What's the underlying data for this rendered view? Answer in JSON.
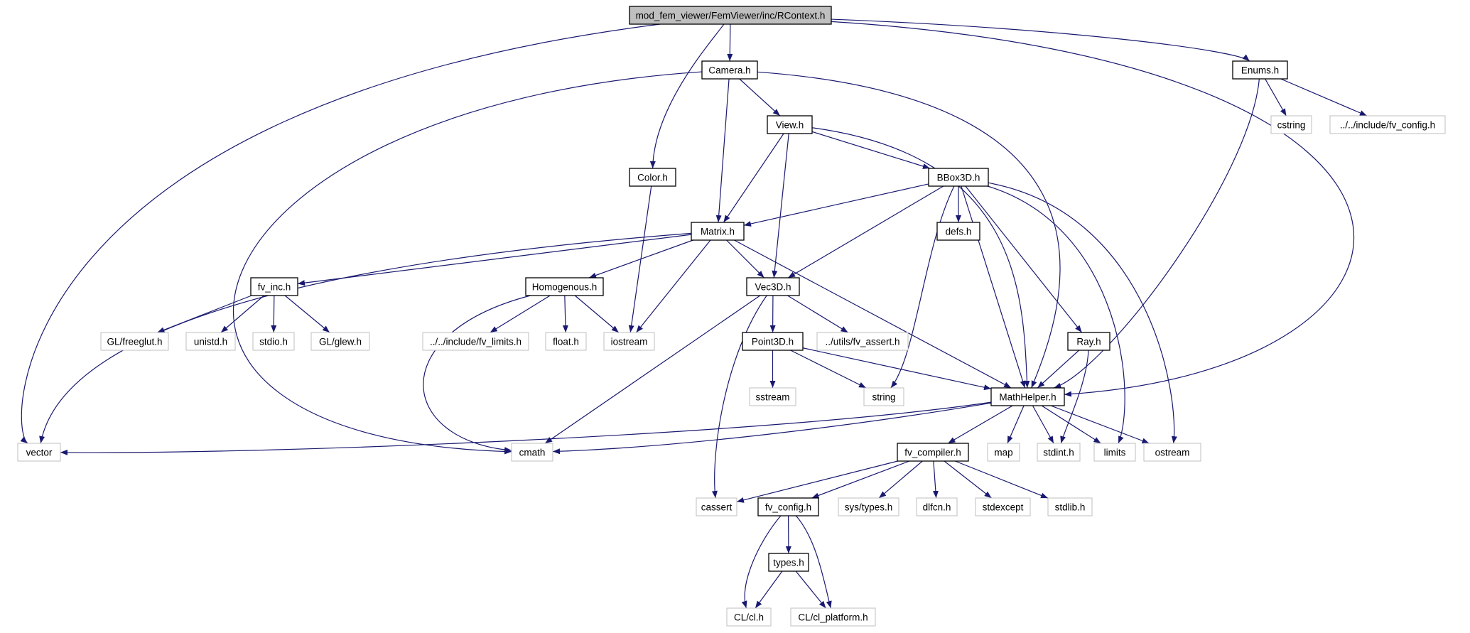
{
  "colors": {
    "edge": "#191970",
    "node_border": "#000000",
    "external_border": "#bfbfbf",
    "root_fill": "#bfbfbf",
    "node_fill": "#ffffff",
    "text": "#000000"
  },
  "nodes": [
    {
      "id": "rcontext",
      "label": "mod_fem_viewer/FemViewer/inc/RContext.h",
      "kind": "root"
    },
    {
      "id": "camera",
      "label": "Camera.h",
      "kind": "doc"
    },
    {
      "id": "enums",
      "label": "Enums.h",
      "kind": "doc"
    },
    {
      "id": "view",
      "label": "View.h",
      "kind": "doc"
    },
    {
      "id": "cstring",
      "label": "cstring",
      "kind": "external"
    },
    {
      "id": "fvconfig_inc",
      "label": "../../include/fv_config.h",
      "kind": "external"
    },
    {
      "id": "color",
      "label": "Color.h",
      "kind": "doc"
    },
    {
      "id": "bbox3d",
      "label": "BBox3D.h",
      "kind": "doc"
    },
    {
      "id": "matrix",
      "label": "Matrix.h",
      "kind": "doc"
    },
    {
      "id": "defs",
      "label": "defs.h",
      "kind": "doc"
    },
    {
      "id": "fvinc",
      "label": "fv_inc.h",
      "kind": "doc"
    },
    {
      "id": "homogenous",
      "label": "Homogenous.h",
      "kind": "doc"
    },
    {
      "id": "vec3d",
      "label": "Vec3D.h",
      "kind": "doc"
    },
    {
      "id": "freeglut",
      "label": "GL/freeglut.h",
      "kind": "external"
    },
    {
      "id": "unistd",
      "label": "unistd.h",
      "kind": "external"
    },
    {
      "id": "stdio",
      "label": "stdio.h",
      "kind": "external"
    },
    {
      "id": "glew",
      "label": "GL/glew.h",
      "kind": "external"
    },
    {
      "id": "fvlimits",
      "label": "../../include/fv_limits.h",
      "kind": "external"
    },
    {
      "id": "float",
      "label": "float.h",
      "kind": "external"
    },
    {
      "id": "iostream",
      "label": "iostream",
      "kind": "external"
    },
    {
      "id": "point3d",
      "label": "Point3D.h",
      "kind": "doc"
    },
    {
      "id": "fvassert",
      "label": "../utils/fv_assert.h",
      "kind": "external"
    },
    {
      "id": "ray",
      "label": "Ray.h",
      "kind": "doc"
    },
    {
      "id": "sstream",
      "label": "sstream",
      "kind": "external"
    },
    {
      "id": "string",
      "label": "string",
      "kind": "external"
    },
    {
      "id": "mathhelper",
      "label": "MathHelper.h",
      "kind": "doc"
    },
    {
      "id": "vector",
      "label": "vector",
      "kind": "external"
    },
    {
      "id": "cmath",
      "label": "cmath",
      "kind": "external"
    },
    {
      "id": "fvcompiler",
      "label": "fv_compiler.h",
      "kind": "doc"
    },
    {
      "id": "map",
      "label": "map",
      "kind": "external"
    },
    {
      "id": "stdint",
      "label": "stdint.h",
      "kind": "external"
    },
    {
      "id": "limits",
      "label": "limits",
      "kind": "external"
    },
    {
      "id": "ostream",
      "label": "ostream",
      "kind": "external"
    },
    {
      "id": "cassert",
      "label": "cassert",
      "kind": "external"
    },
    {
      "id": "fvconfig",
      "label": "fv_config.h",
      "kind": "doc"
    },
    {
      "id": "systypes",
      "label": "sys/types.h",
      "kind": "external"
    },
    {
      "id": "dlfcn",
      "label": "dlfcn.h",
      "kind": "external"
    },
    {
      "id": "stdexcept",
      "label": "stdexcept",
      "kind": "external"
    },
    {
      "id": "stdlib",
      "label": "stdlib.h",
      "kind": "external"
    },
    {
      "id": "types",
      "label": "types.h",
      "kind": "doc"
    },
    {
      "id": "clcl",
      "label": "CL/cl.h",
      "kind": "external"
    },
    {
      "id": "clplatform",
      "label": "CL/cl_platform.h",
      "kind": "external"
    }
  ],
  "edges": [
    [
      "rcontext",
      "vector"
    ],
    [
      "rcontext",
      "color"
    ],
    [
      "rcontext",
      "camera"
    ],
    [
      "rcontext",
      "enums"
    ],
    [
      "rcontext",
      "mathhelper"
    ],
    [
      "camera",
      "cmath"
    ],
    [
      "camera",
      "matrix"
    ],
    [
      "camera",
      "view"
    ],
    [
      "camera",
      "mathhelper"
    ],
    [
      "enums",
      "cstring"
    ],
    [
      "enums",
      "fvconfig_inc"
    ],
    [
      "enums",
      "mathhelper"
    ],
    [
      "view",
      "matrix"
    ],
    [
      "view",
      "vec3d"
    ],
    [
      "view",
      "bbox3d"
    ],
    [
      "view",
      "mathhelper"
    ],
    [
      "color",
      "iostream"
    ],
    [
      "bbox3d",
      "matrix"
    ],
    [
      "bbox3d",
      "vec3d"
    ],
    [
      "bbox3d",
      "string"
    ],
    [
      "bbox3d",
      "defs"
    ],
    [
      "bbox3d",
      "mathhelper"
    ],
    [
      "bbox3d",
      "ray"
    ],
    [
      "bbox3d",
      "limits"
    ],
    [
      "bbox3d",
      "ostream"
    ],
    [
      "matrix",
      "vector"
    ],
    [
      "matrix",
      "fvinc"
    ],
    [
      "matrix",
      "homogenous"
    ],
    [
      "matrix",
      "iostream"
    ],
    [
      "matrix",
      "vec3d"
    ],
    [
      "matrix",
      "mathhelper"
    ],
    [
      "fvinc",
      "freeglut"
    ],
    [
      "fvinc",
      "unistd"
    ],
    [
      "fvinc",
      "stdio"
    ],
    [
      "fvinc",
      "glew"
    ],
    [
      "homogenous",
      "cmath"
    ],
    [
      "homogenous",
      "fvlimits"
    ],
    [
      "homogenous",
      "float"
    ],
    [
      "homogenous",
      "iostream"
    ],
    [
      "vec3d",
      "cmath"
    ],
    [
      "vec3d",
      "cassert"
    ],
    [
      "vec3d",
      "point3d"
    ],
    [
      "vec3d",
      "fvassert"
    ],
    [
      "point3d",
      "sstream"
    ],
    [
      "point3d",
      "string"
    ],
    [
      "point3d",
      "mathhelper"
    ],
    [
      "ray",
      "mathhelper"
    ],
    [
      "ray",
      "stdint"
    ],
    [
      "mathhelper",
      "vector"
    ],
    [
      "mathhelper",
      "cmath"
    ],
    [
      "mathhelper",
      "fvcompiler"
    ],
    [
      "mathhelper",
      "map"
    ],
    [
      "mathhelper",
      "stdint"
    ],
    [
      "mathhelper",
      "limits"
    ],
    [
      "mathhelper",
      "ostream"
    ],
    [
      "fvcompiler",
      "cassert"
    ],
    [
      "fvcompiler",
      "fvconfig"
    ],
    [
      "fvcompiler",
      "systypes"
    ],
    [
      "fvcompiler",
      "dlfcn"
    ],
    [
      "fvcompiler",
      "stdexcept"
    ],
    [
      "fvcompiler",
      "stdlib"
    ],
    [
      "fvconfig",
      "clcl"
    ],
    [
      "fvconfig",
      "types"
    ],
    [
      "fvconfig",
      "clplatform"
    ],
    [
      "types",
      "clcl"
    ],
    [
      "types",
      "clplatform"
    ]
  ]
}
